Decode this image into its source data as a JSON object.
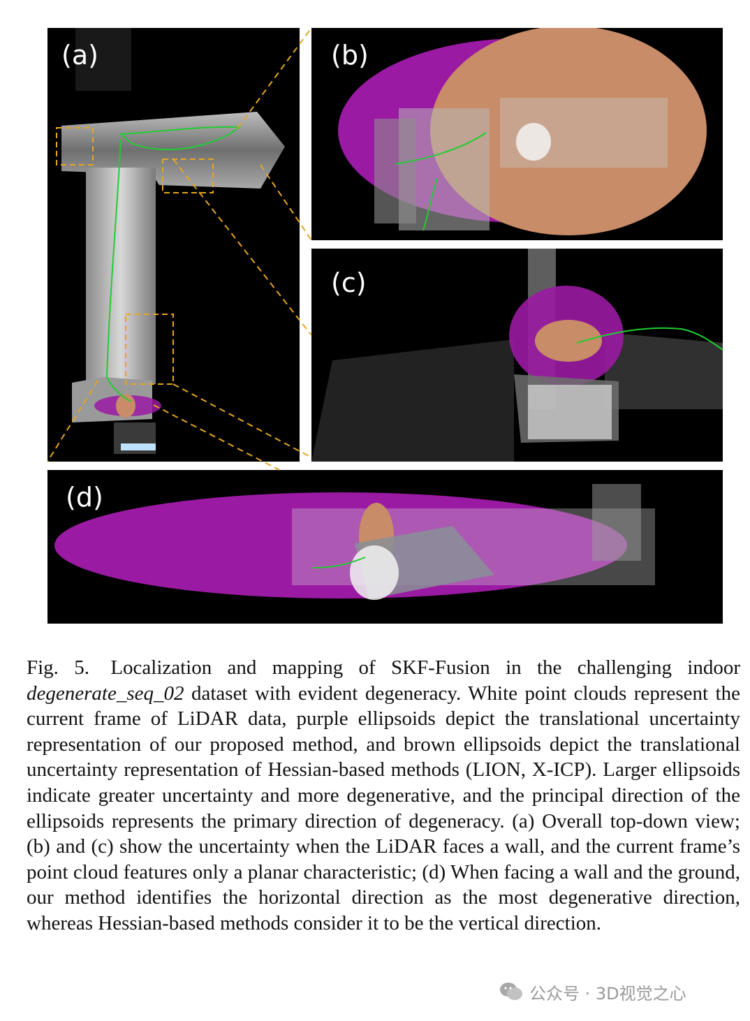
{
  "panels": {
    "a": {
      "label": "(a)"
    },
    "b": {
      "label": "(b)"
    },
    "c": {
      "label": "(c)"
    },
    "d": {
      "label": "(d)"
    }
  },
  "colors": {
    "uncertainty_ours": "#9b1aa3",
    "uncertainty_hessian": "#c98c68",
    "trajectory": "#22cc33",
    "connector": "#e6a521",
    "point_cloud": "#e8e8e8"
  },
  "caption": {
    "lead": "Fig. 5.",
    "part1": "Localization and mapping of SKF-Fusion in the challenging indoor ",
    "dataset": "degenerate_seq_02",
    "part2": " dataset with evident degeneracy. White point clouds represent the current frame of LiDAR data, purple ellipsoids depict the translational uncertainty representation of our proposed method, and brown ellipsoids depict the translational uncertainty representation of Hessian-based methods (LION, X-ICP). Larger ellipsoids indicate greater uncertainty and more degenerative, and the principal direction of the ellipsoids represents the primary direction of degeneracy. (a) Overall top-down view; (b) and (c) show the uncertainty when the LiDAR faces a wall, and the current frame’s point cloud features only a planar characteristic; (d) When facing a wall and the ground, our method identifies the horizontal direction as the most degenerative direction, whereas Hessian-based methods consider it to be the vertical direction."
  },
  "watermark": {
    "text": "公众号 · 3D视觉之心",
    "icon": "wechat-icon"
  }
}
